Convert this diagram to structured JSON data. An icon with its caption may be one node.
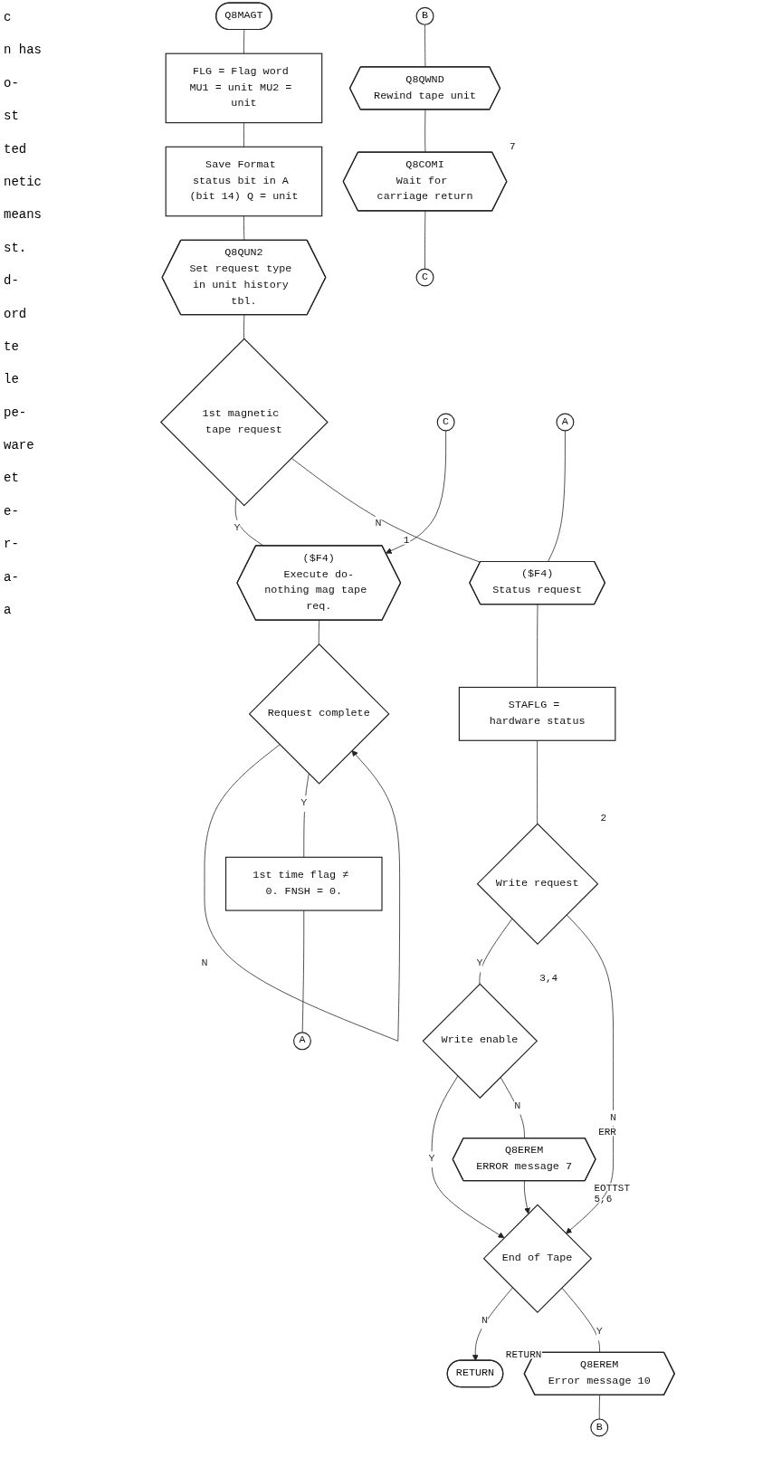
{
  "diagram": {
    "nodes": [
      {
        "text": [
          "Q8MAGT"
        ]
      },
      {
        "text": [
          "FLG = Flag word MU1 = unit MU2 = unit"
        ]
      },
      {
        "text": [
          "Save Format status bit in A (bit 14) Q = unit"
        ]
      },
      {
        "text": [
          "Q8QUN2",
          "Set request type in unit history tbl."
        ]
      },
      {
        "text": [
          "1st magnetic tape request"
        ]
      },
      {
        "text": [
          "C"
        ]
      },
      {
        "text": [
          "($F4)",
          "Execute do-nothing mag tape req."
        ],
        "beside": [
          "1"
        ]
      },
      {
        "text": [
          "Request complete"
        ]
      },
      {
        "text": [
          "1st time flag ≠ 0. FNSH = 0."
        ]
      },
      {
        "text": [
          "A"
        ]
      },
      {
        "text": [
          "A"
        ]
      },
      {
        "text": [
          "($F4)",
          "Status request"
        ]
      },
      {
        "text": [
          "STAFLG = hardware status"
        ]
      },
      {
        "text": [
          "Write request"
        ],
        "beside": [
          "2"
        ]
      },
      {
        "text": [
          "Write enable"
        ],
        "beside": [
          "3,4"
        ]
      },
      {
        "text": [
          "Q8EREM",
          "ERROR message 7"
        ],
        "beside": [
          "ERR"
        ]
      },
      {
        "text": [
          "End of Tape"
        ],
        "beside": [
          "EOTTST",
          "5,6"
        ]
      },
      {
        "text": [
          "Q8EREM",
          "Error message 10"
        ]
      },
      {
        "text": [
          "B"
        ]
      },
      {
        "text": [
          "RETURN"
        ],
        "beside": [
          "RETURN"
        ]
      },
      {
        "text": [
          "B"
        ]
      },
      {
        "text": [
          "Q8QWND",
          "Rewind tape unit"
        ]
      },
      {
        "text": [
          "Q8COMI",
          "Wait for carriage return"
        ],
        "beside": [
          "7"
        ]
      },
      {
        "text": [
          "C"
        ]
      }
    ],
    "edges": [
      {
        "from": 0,
        "to": 1,
        "arrow": "none"
      },
      {
        "from": 1,
        "to": 2,
        "arrow": "none"
      },
      {
        "from": 2,
        "to": 3,
        "arrow": "none"
      },
      {
        "from": 3,
        "to": 4,
        "arrow": "none"
      },
      {
        "from": 4,
        "to": 6,
        "arrow": "none",
        "label": "Y"
      },
      {
        "from": 5,
        "to": 6,
        "arrow": "to"
      },
      {
        "from": 4,
        "to": 11,
        "arrow": "none",
        "label": "N"
      },
      {
        "from": 6,
        "to": 7,
        "arrow": "none"
      },
      {
        "from": 7,
        "to": 7,
        "arrow": "to",
        "label": "N"
      },
      {
        "from": 7,
        "to": 8,
        "arrow": "none",
        "label": "Y"
      },
      {
        "from": 8,
        "to": 9,
        "arrow": "none"
      },
      {
        "from": 10,
        "to": 11,
        "arrow": "none"
      },
      {
        "from": 11,
        "to": 12,
        "arrow": "none"
      },
      {
        "from": 12,
        "to": 13,
        "arrow": "none"
      },
      {
        "from": 13,
        "to": 14,
        "arrow": "none",
        "label": "Y"
      },
      {
        "from": 13,
        "to": 16,
        "arrow": "to",
        "label": "N"
      },
      {
        "from": 14,
        "to": 16,
        "arrow": "to",
        "label": "Y"
      },
      {
        "from": 14,
        "to": 15,
        "arrow": "none",
        "label": "N"
      },
      {
        "from": 15,
        "to": 16,
        "arrow": "to"
      },
      {
        "from": 16,
        "to": 19,
        "arrow": "to",
        "label": "N"
      },
      {
        "from": 16,
        "to": 17,
        "arrow": "none",
        "label": "Y"
      },
      {
        "from": 17,
        "to": 18,
        "arrow": "none"
      },
      {
        "from": 20,
        "to": 21,
        "arrow": "none"
      },
      {
        "from": 21,
        "to": 22,
        "arrow": "none"
      },
      {
        "from": 22,
        "to": 23,
        "arrow": "none"
      }
    ],
    "labels": [
      "c",
      "n has",
      "o-",
      "st",
      "ted",
      "netic",
      "means",
      "st.",
      "d-",
      "ord",
      "te",
      "le",
      "pe-",
      "ware",
      "et",
      "e-",
      "r-",
      "a-",
      "a"
    ]
  }
}
